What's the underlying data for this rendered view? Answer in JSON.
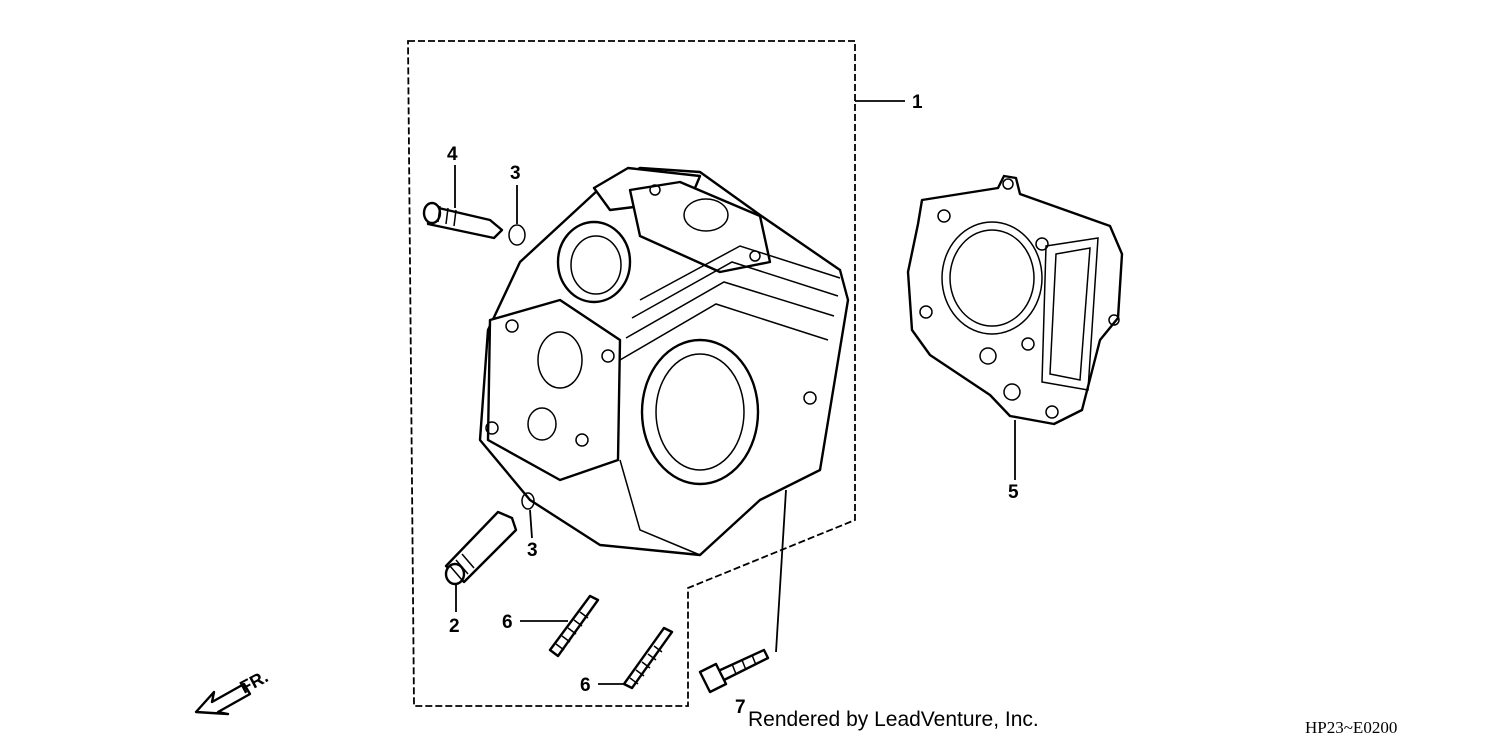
{
  "callouts": {
    "c1": "1",
    "c2": "2",
    "c3a": "3",
    "c3b": "3",
    "c4": "4",
    "c5": "5",
    "c6a": "6",
    "c6b": "6",
    "c7": "7"
  },
  "direction_label": "FR.",
  "credit": "Rendered by LeadVenture, Inc.",
  "diagram_code": "HP23~E0200"
}
